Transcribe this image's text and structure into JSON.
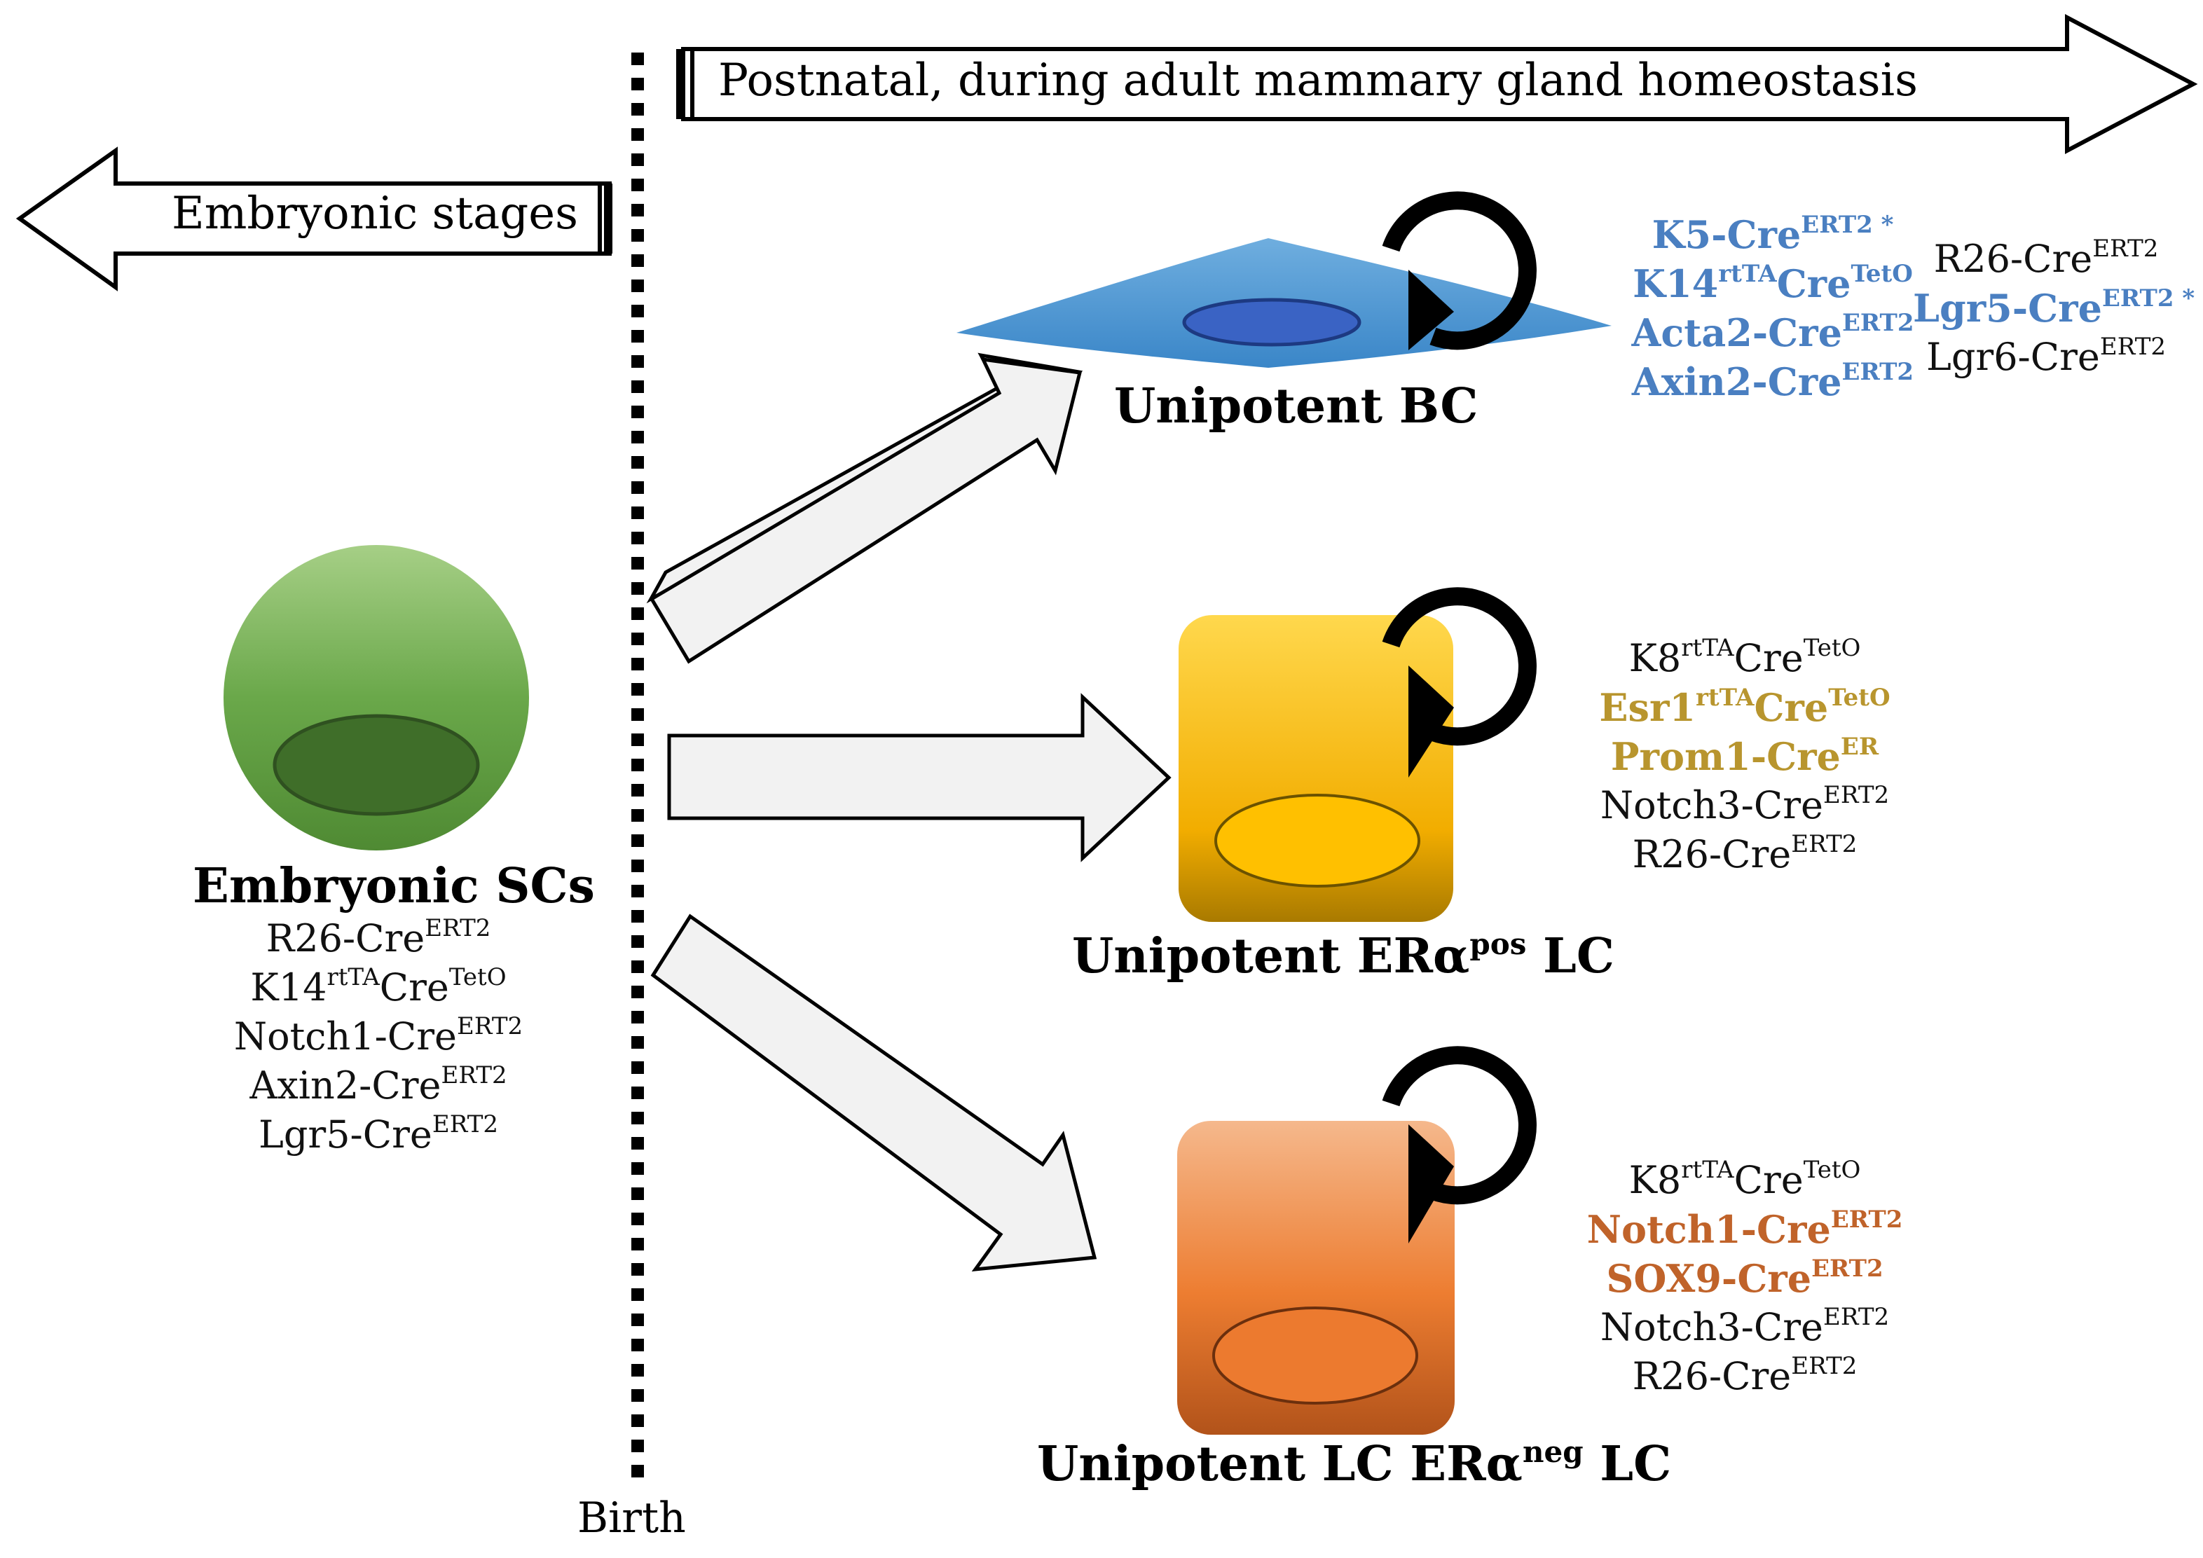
{
  "header": {
    "postnatal_label": "Postnatal, during adult mammary gland homeostasis",
    "embryonic_label": "Embryonic stages",
    "birth_label": "Birth"
  },
  "colors": {
    "basal_blue": "#4a7fc1",
    "er_pos_gold": "#b8952e",
    "er_neg_orange": "#c0632a",
    "neutral_text": "#111111"
  },
  "embryonic": {
    "title": "Embryonic SCs",
    "markers": [
      {
        "base": "R26-Cre",
        "sup": "ERT2"
      },
      {
        "base": "K14",
        "sup": "rtTA",
        "base2": "Cre",
        "sup2": "TetO"
      },
      {
        "base": "Notch1-Cre",
        "sup": "ERT2"
      },
      {
        "base": "Axin2-Cre",
        "sup": "ERT2"
      },
      {
        "base": "Lgr5-Cre",
        "sup": "ERT2"
      }
    ]
  },
  "basal": {
    "title": "Unipotent BC",
    "markers_left": [
      {
        "base": "K5-Cre",
        "sup": "ERT2 *"
      },
      {
        "base": "K14",
        "sup": "rtTA",
        "base2": "Cre",
        "sup2": "TetO"
      },
      {
        "base": "Acta2-Cre",
        "sup": "ERT2"
      },
      {
        "base": "Axin2-Cre",
        "sup": "ERT2"
      }
    ],
    "markers_right": [
      {
        "base": "R26-Cre",
        "sup": "ERT2"
      },
      {
        "base": "Lgr5-Cre",
        "sup": "ERT2 *"
      },
      {
        "base": "Lgr6-Cre",
        "sup": "ERT2"
      }
    ]
  },
  "er_pos": {
    "title_pre": "Unipotent ERα",
    "title_sup": "pos",
    "title_post": " LC",
    "markers": [
      {
        "base": "K8",
        "sup": "rtTA",
        "base2": "Cre",
        "sup2": "TetO"
      },
      {
        "base": "Esr1",
        "sup": "rtTA",
        "base2": "Cre",
        "sup2": "TetO"
      },
      {
        "base": "Prom1-Cre",
        "sup": "ER"
      },
      {
        "base": "Notch3-Cre",
        "sup": "ERT2"
      },
      {
        "base": "R26-Cre",
        "sup": "ERT2"
      }
    ]
  },
  "er_neg": {
    "title_pre": "Unipotent LC ERα",
    "title_sup": "neg",
    "title_post": " LC",
    "markers": [
      {
        "base": "K8",
        "sup": "rtTA",
        "base2": "Cre",
        "sup2": "TetO"
      },
      {
        "base": "Notch1-Cre",
        "sup": "ERT2"
      },
      {
        "base": "SOX9-Cre",
        "sup": "ERT2"
      },
      {
        "base": "Notch3-Cre",
        "sup": "ERT2"
      },
      {
        "base": "R26-Cre",
        "sup": "ERT2"
      }
    ]
  }
}
